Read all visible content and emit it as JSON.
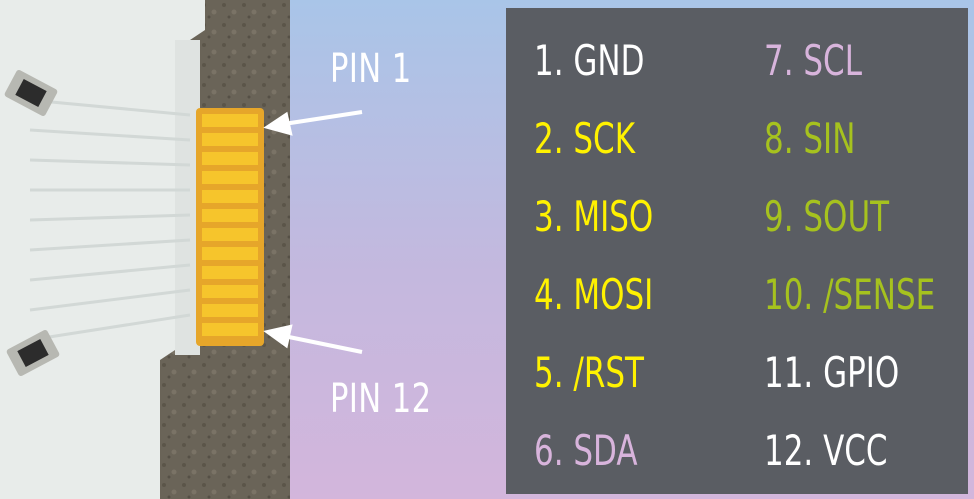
{
  "labels": {
    "pin1": "PIN 1",
    "pin12": "PIN 12"
  },
  "colors": {
    "white": "#ffffff",
    "yellow": "#fff200",
    "lavender": "#d8b4dc",
    "olive": "#a6c21e",
    "panel": "#5a5d63",
    "gold_pad": "#f6c52c"
  },
  "pins": {
    "left_column": [
      {
        "text": "1. GND",
        "color": "#ffffff"
      },
      {
        "text": "2. SCK",
        "color": "#fff200"
      },
      {
        "text": "3. MISO",
        "color": "#fff200"
      },
      {
        "text": "4. MOSI",
        "color": "#fff200"
      },
      {
        "text": "5. /RST",
        "color": "#fff200"
      },
      {
        "text": "6. SDA",
        "color": "#d8b4dc"
      }
    ],
    "right_column": [
      {
        "text": "7. SCL",
        "color": "#d8b4dc"
      },
      {
        "text": "8. SIN",
        "color": "#a6c21e"
      },
      {
        "text": "9. SOUT",
        "color": "#a6c21e"
      },
      {
        "text": "10. /SENSE",
        "color": "#a6c21e"
      },
      {
        "text": "11. GPIO",
        "color": "#ffffff"
      },
      {
        "text": "12. VCC",
        "color": "#ffffff"
      }
    ]
  }
}
